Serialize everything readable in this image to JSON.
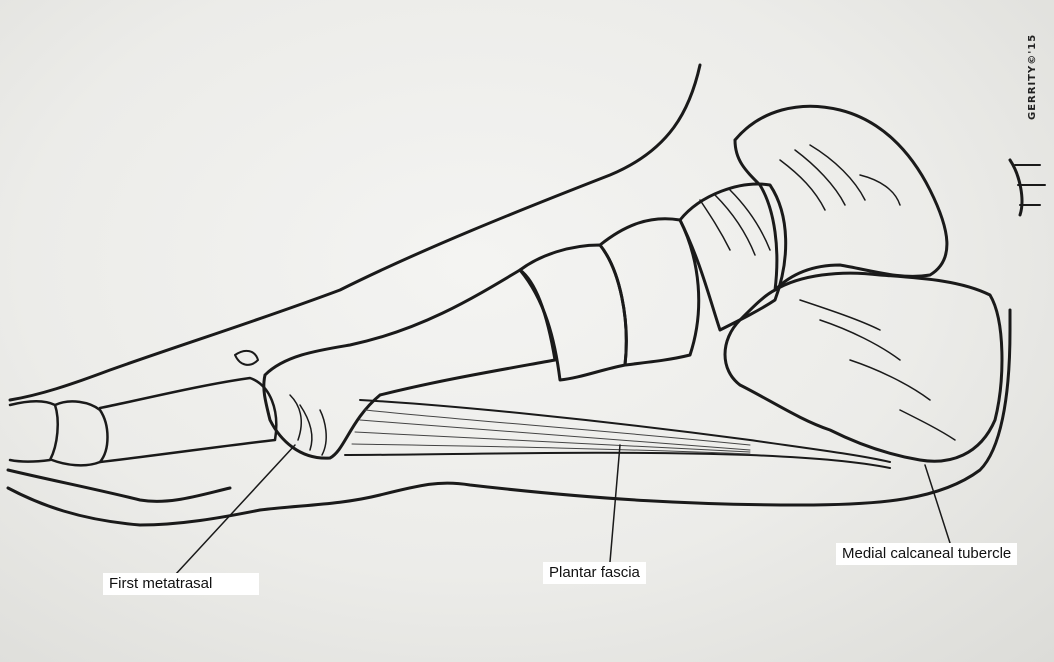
{
  "labels": {
    "first_metatarsal": "First metatrasal",
    "plantar_fascia": "Plantar fascia",
    "medial_calcaneal_tubercle": "Medial calcaneal tubercle"
  },
  "signature": "GERRITY©'15"
}
